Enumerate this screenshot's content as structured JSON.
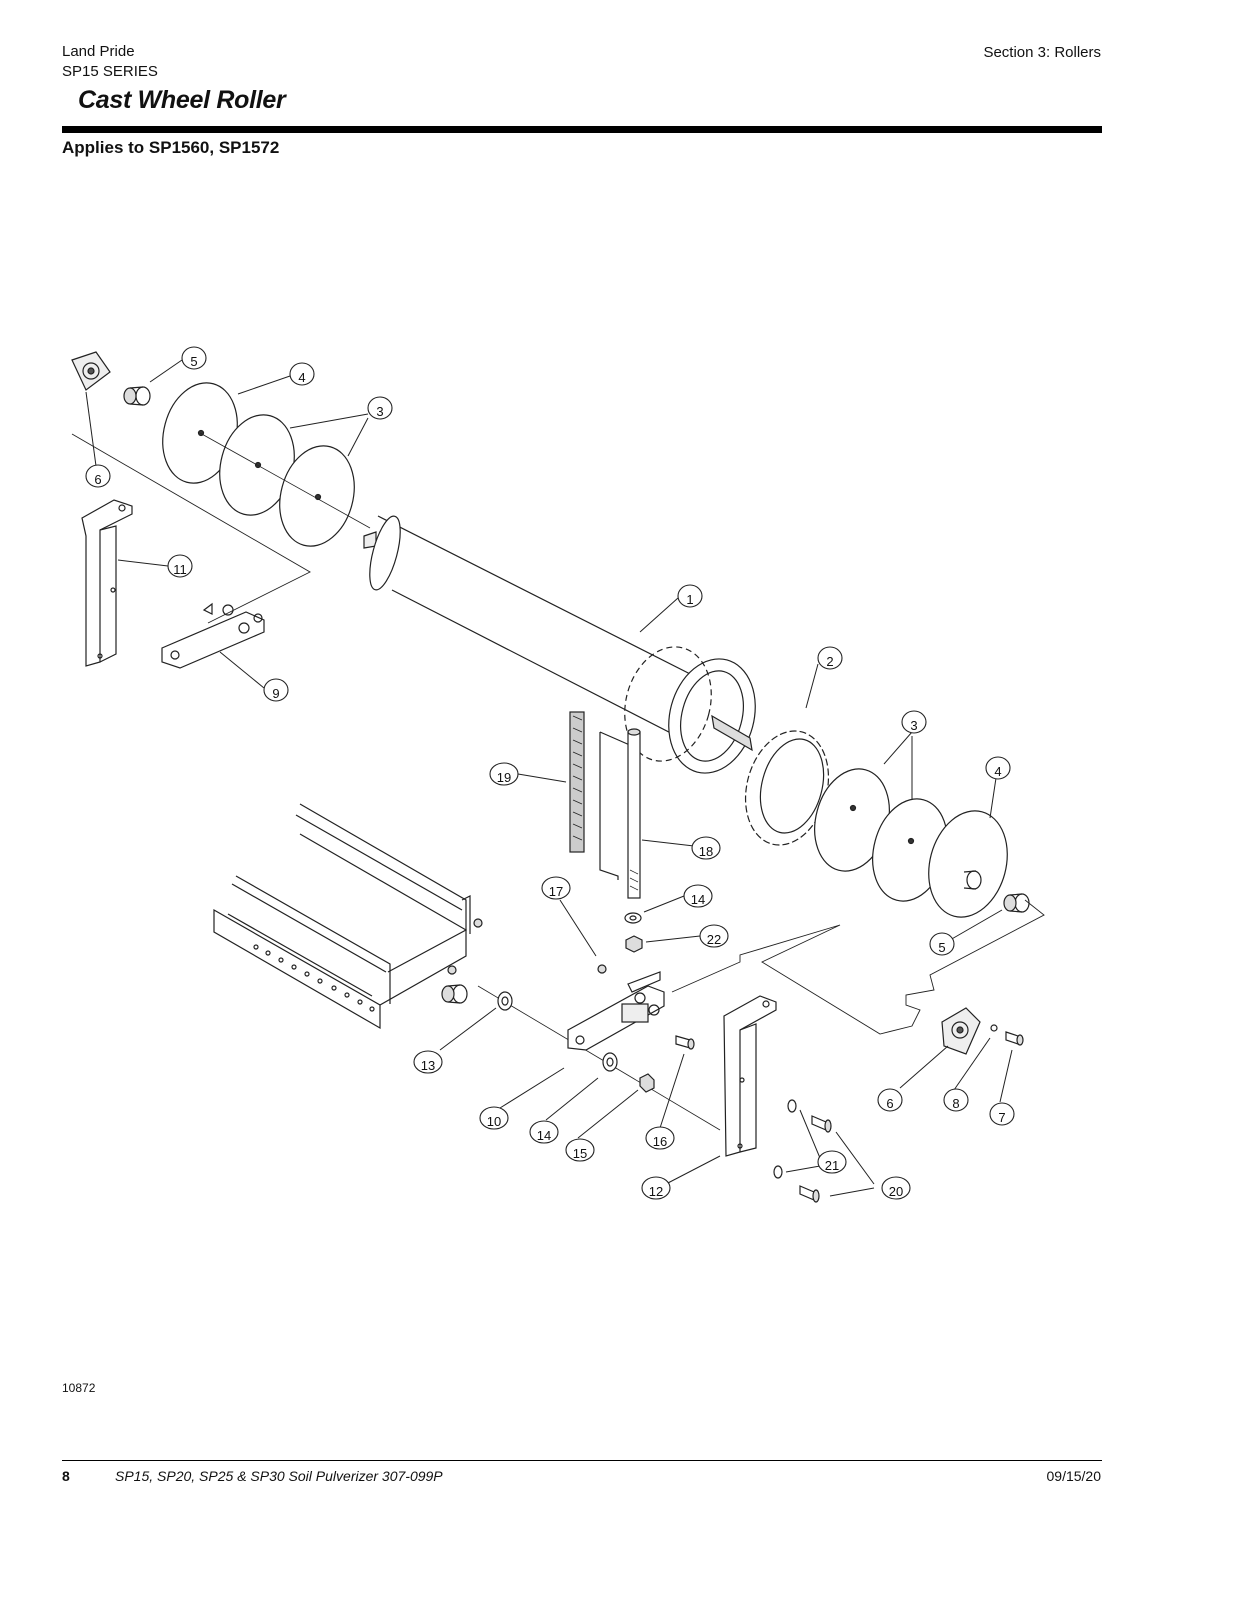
{
  "header": {
    "brand": "Land Pride",
    "series": "SP15 SERIES",
    "section": "Section 3: Rollers"
  },
  "title": "Cast Wheel Roller",
  "applies_to": "Applies to SP1560, SP1572",
  "diagram": {
    "callouts": [
      "1",
      "2",
      "3",
      "3",
      "4",
      "4",
      "5",
      "5",
      "6",
      "6",
      "7",
      "8",
      "9",
      "10",
      "11",
      "12",
      "13",
      "14",
      "14",
      "15",
      "16",
      "17",
      "18",
      "19",
      "20",
      "21",
      "22"
    ],
    "figure_number": "10872"
  },
  "footer": {
    "page_number": "8",
    "manual_title": "SP15, SP20, SP25 & SP30 Soil Pulverizer 307-099P",
    "date": "09/15/20"
  }
}
